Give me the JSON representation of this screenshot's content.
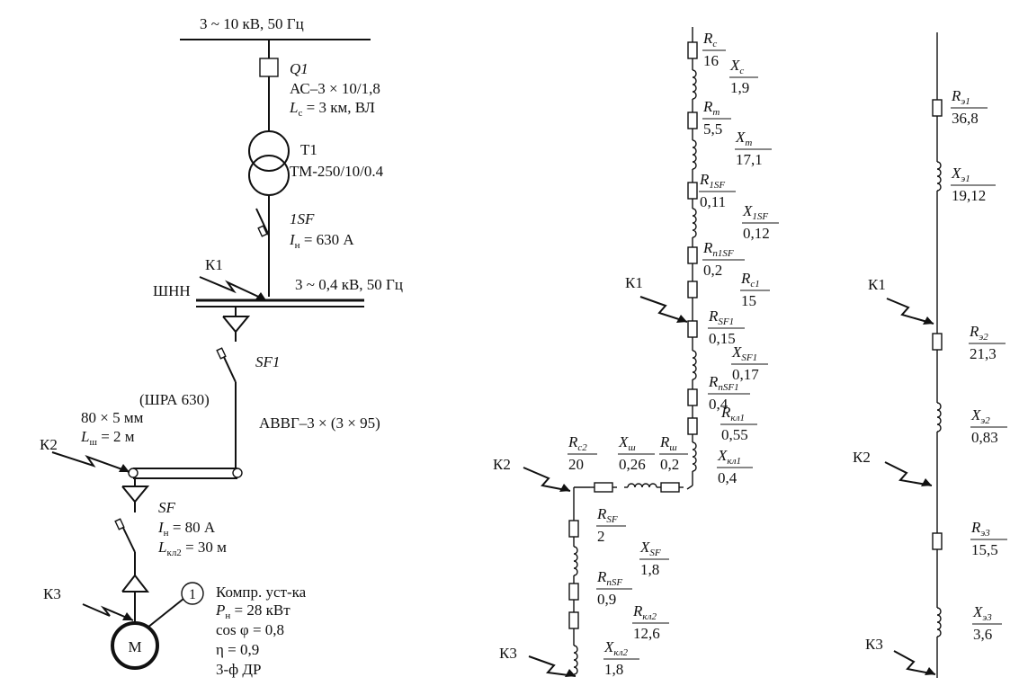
{
  "scheme": {
    "hv_bus": "3 ~ 10 кВ, 50 Гц",
    "q1": {
      "label": "Q",
      "sub": "1",
      "line1": "АС–3 × 10/1,8",
      "line2_sym": "L",
      "line2_sub": "с",
      "line2_rest": " = 3 км,  ВЛ"
    },
    "t1": {
      "label": "Т1",
      "model": "ТМ-250/10/0.4"
    },
    "sf1_main": {
      "label": "1SF",
      "rating_sym": "I",
      "rating_sub": "н",
      "rating_rest": " = 630 А"
    },
    "lv_bus": {
      "name": "ШНН",
      "voltage": "3 ~ 0,4 кВ, 50 Гц"
    },
    "sf1": {
      "label": "SF1"
    },
    "shra": {
      "name": "(ШРА 630)",
      "size": "80 × 5 мм",
      "len_sym": "L",
      "len_sub": "ш",
      "len_rest": " = 2 м"
    },
    "cable1": "АВВГ–3 × (3 × 95)",
    "sf": {
      "label": "SF",
      "rating_sym": "I",
      "rating_sub": "н",
      "rating_rest": " = 80 А",
      "len_sym": "L",
      "len_sub": "кл2",
      "len_rest": " = 30 м"
    },
    "motor": {
      "symbol": "М",
      "tag": "1",
      "name": "Компр. уст-ка",
      "p_sym": "P",
      "p_sub": "н",
      "p_rest": " = 28 кВт",
      "cos": "cos φ = 0,8",
      "eta": "η = 0,9",
      "kind": "3-ф ДР"
    },
    "faults": [
      "К1",
      "К2",
      "К3"
    ]
  },
  "equivalent": {
    "elements": [
      {
        "sym": "R",
        "sub": "с",
        "value": "16"
      },
      {
        "sym": "X",
        "sub": "с",
        "value": "1,9"
      },
      {
        "sym": "R",
        "sub": "т",
        "value": "5,5"
      },
      {
        "sym": "X",
        "sub": "т",
        "value": "17,1"
      },
      {
        "sym": "R",
        "sub": "1SF",
        "value": "0,11"
      },
      {
        "sym": "X",
        "sub": "1SF",
        "value": "0,12"
      },
      {
        "sym": "R",
        "sub": "п1SF",
        "value": "0,2"
      },
      {
        "sym": "R",
        "sub": "с1",
        "value": "15"
      },
      {
        "sym": "R",
        "sub": "SF1",
        "value": "0,15"
      },
      {
        "sym": "X",
        "sub": "SF1",
        "value": "0,17"
      },
      {
        "sym": "R",
        "sub": "пSF1",
        "value": "0,4"
      },
      {
        "sym": "R",
        "sub": "кл1",
        "value": "0,55"
      },
      {
        "sym": "X",
        "sub": "кл1",
        "value": "0,4"
      },
      {
        "sym": "R",
        "sub": "ш",
        "value": "0,2"
      },
      {
        "sym": "X",
        "sub": "ш",
        "value": "0,26"
      },
      {
        "sym": "R",
        "sub": "с2",
        "value": "20"
      },
      {
        "sym": "R",
        "sub": "SF",
        "value": "2"
      },
      {
        "sym": "X",
        "sub": "SF",
        "value": "1,8"
      },
      {
        "sym": "R",
        "sub": "пSF",
        "value": "0,9"
      },
      {
        "sym": "R",
        "sub": "кл2",
        "value": "12,6"
      },
      {
        "sym": "X",
        "sub": "кл2",
        "value": "1,8"
      }
    ],
    "faults": [
      "К1",
      "К2",
      "К3"
    ]
  },
  "reduced": {
    "elements": [
      {
        "sym": "R",
        "sub": "э1",
        "value": "36,8"
      },
      {
        "sym": "X",
        "sub": "э1",
        "value": "19,12"
      },
      {
        "sym": "R",
        "sub": "э2",
        "value": "21,3"
      },
      {
        "sym": "X",
        "sub": "э2",
        "value": "0,83"
      },
      {
        "sym": "R",
        "sub": "э3",
        "value": "15,5"
      },
      {
        "sym": "X",
        "sub": "э3",
        "value": "3,6"
      }
    ],
    "faults": [
      "К1",
      "К2",
      "К3"
    ]
  }
}
